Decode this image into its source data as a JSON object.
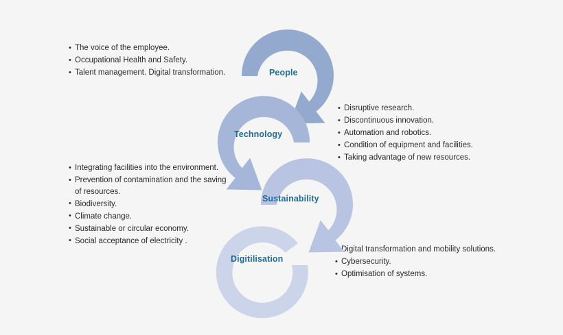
{
  "page": {
    "background_color": "#f5f5f5",
    "text_color": "#2b2b2b",
    "label_color": "#1a6e9b"
  },
  "diagram": {
    "type": "cyclic-chain",
    "orientation": "vertical-descending",
    "stages": [
      {
        "id": "people",
        "label": "People",
        "ring_color": "#93a9ce",
        "side": "right",
        "bullets_side": "left",
        "bullets": [
          "The voice of the employee.",
          "Occupational Health and Safety.",
          "Talent management. Digital transformation."
        ]
      },
      {
        "id": "technology",
        "label": "Technology",
        "ring_color": "#a6b6d8",
        "side": "left",
        "bullets_side": "right",
        "bullets": [
          "Disruptive research.",
          "Discontinuous innovation.",
          "Automation and robotics.",
          "Condition of equipment and facilities.",
          "Taking advantage of new resources."
        ]
      },
      {
        "id": "sustainability",
        "label": "Sustainability",
        "ring_color": "#b9c4e2",
        "side": "right",
        "bullets_side": "left",
        "bullets": [
          "Integrating facilities into the environment.",
          "Prevention of contamination and the saving of resources.",
          "Biodiversity.",
          "Climate change.",
          "Sustainable or circular economy.",
          "Social acceptance of electricity ."
        ]
      },
      {
        "id": "digitilisation",
        "label": "Digitilisation",
        "ring_color": "#ccd4ea",
        "side": "left",
        "bullets_side": "right",
        "bullets": [
          "Digital transformation and mobility solutions.",
          "Cybersecurity.",
          "Optimisation of systems."
        ]
      }
    ]
  }
}
